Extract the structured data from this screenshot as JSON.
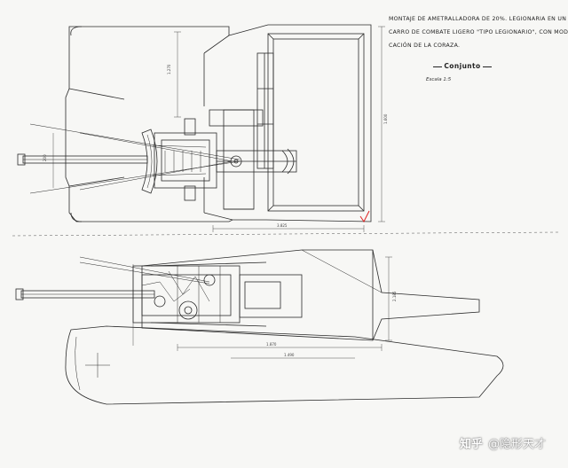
{
  "title_block": {
    "lines": [
      "Montaje de ametralladora de 20%. Legionaria en un",
      "carro de combate ligero \"tipo Legionario\", con modifi-",
      "cación de la coraza."
    ],
    "subtitle": "Conjunto",
    "scale": "Escala 1:5"
  },
  "watermark": {
    "logo": "知乎",
    "handle": "@隐形天才"
  },
  "dimensions": {
    "top_view": [
      "1.270",
      "1.600",
      "3.825",
      "200"
    ],
    "side_view": [
      "1.870",
      "2.185",
      "1.490"
    ]
  },
  "colors": {
    "ink": "#2a2a2a",
    "paper": "#f7f7f5",
    "red_mark": "#d22"
  }
}
